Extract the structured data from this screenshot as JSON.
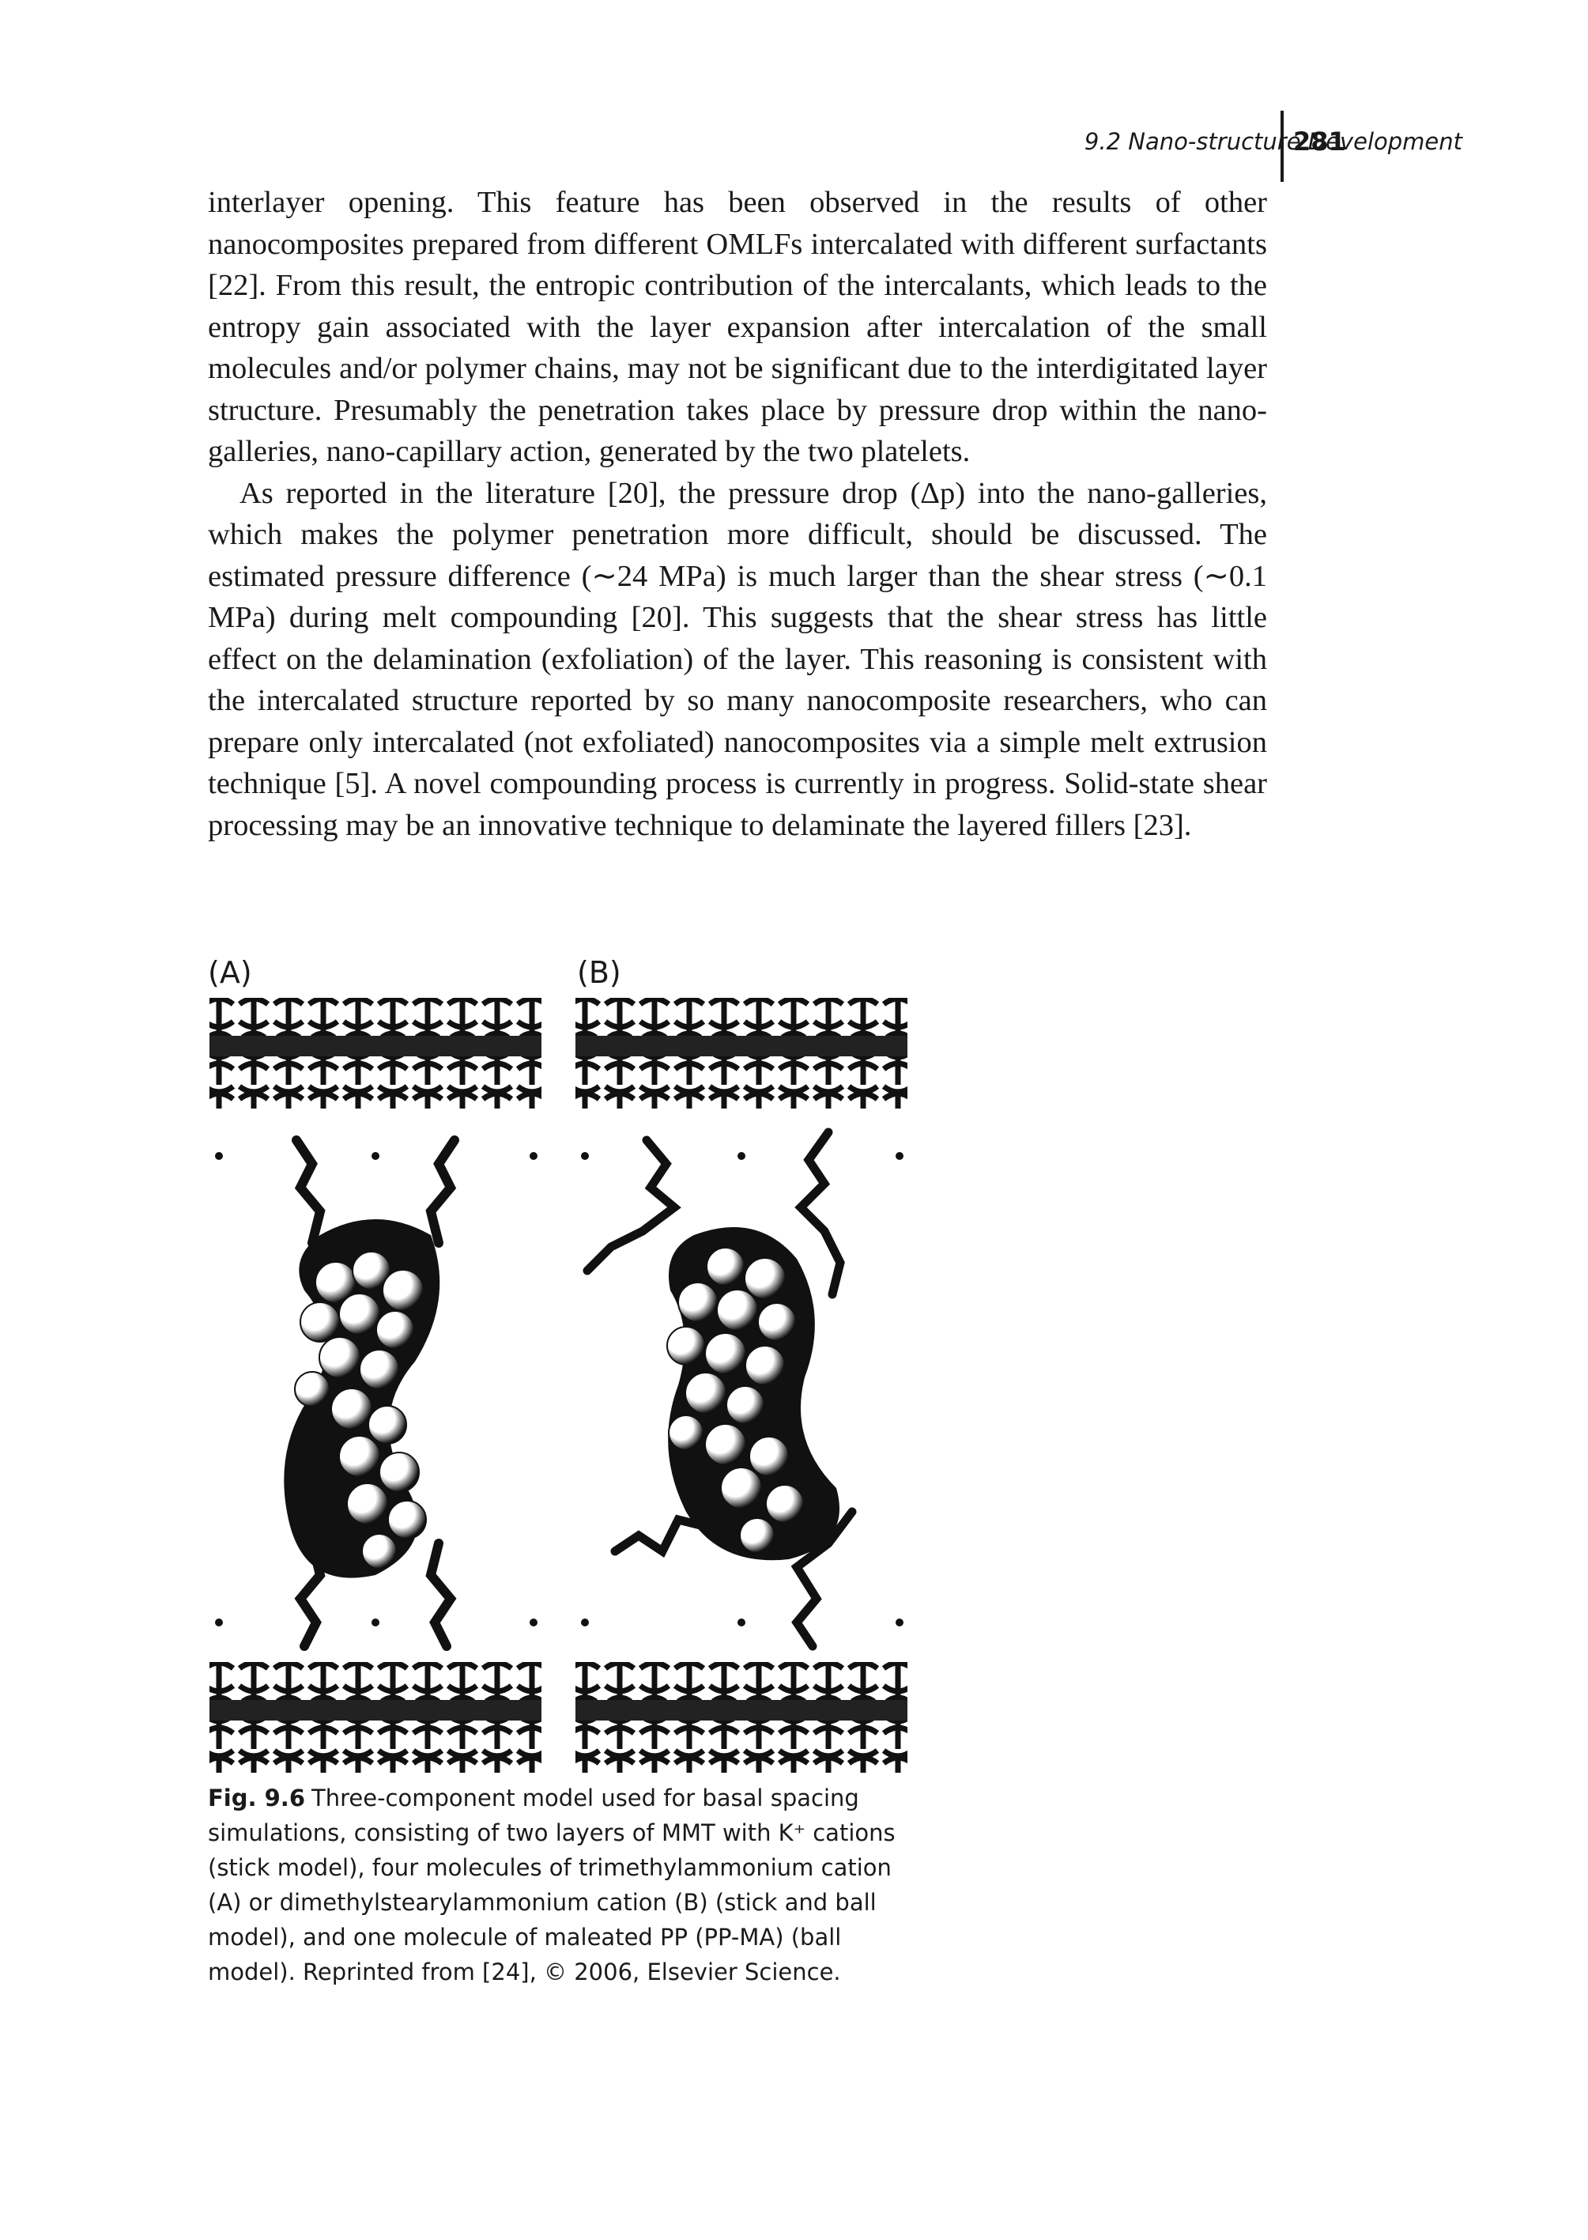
{
  "header": {
    "running_title": "9.2 Nano-structure Development",
    "page_number": "281"
  },
  "body": {
    "para1": "interlayer opening. This feature has been observed in the results of other nanocomposites prepared from different OMLFs intercalated with different surfactants [22]. From this result, the entropic contribution of the intercalants, which leads to the entropy gain associated with the layer expansion after intercalation of the small molecules and/or polymer chains, may not be significant due to the interdigitated layer structure. Presumably the penetration takes place by pressure drop within the nano-galleries, nano-capillary action, generated by the two platelets.",
    "para2": "As reported in the literature [20], the pressure drop (Δp) into the nano-galleries, which makes the polymer penetration more difficult, should be discussed. The estimated pressure difference (∼24 MPa) is much larger than the shear stress (∼0.1 MPa) during melt compounding [20]. This suggests that the shear stress has little effect on the delamination (exfoliation) of the layer. This reasoning is consistent with the intercalated structure reported by so many nanocomposite researchers, who can prepare only intercalated (not exfoliated) nanocomposites via a simple melt extrusion technique [5]. A novel compounding process is currently in progress. Solid-state shear processing may be an innovative technique to delaminate the layered fillers [23]."
  },
  "figure": {
    "panel_a_label": "(A)",
    "panel_b_label": "(B)",
    "number": "Fig. 9.6",
    "caption": "Three-component model used for basal spacing simulations, consisting of two layers of MMT with K⁺ cations (stick model), four molecules of trimethylammonium cation (A) or dimethylstearylammonium cation (B) (stick and ball model), and one molecule of maleated PP (PP-MA) (ball model). Reprinted from [24], © 2006, Elsevier Science."
  }
}
